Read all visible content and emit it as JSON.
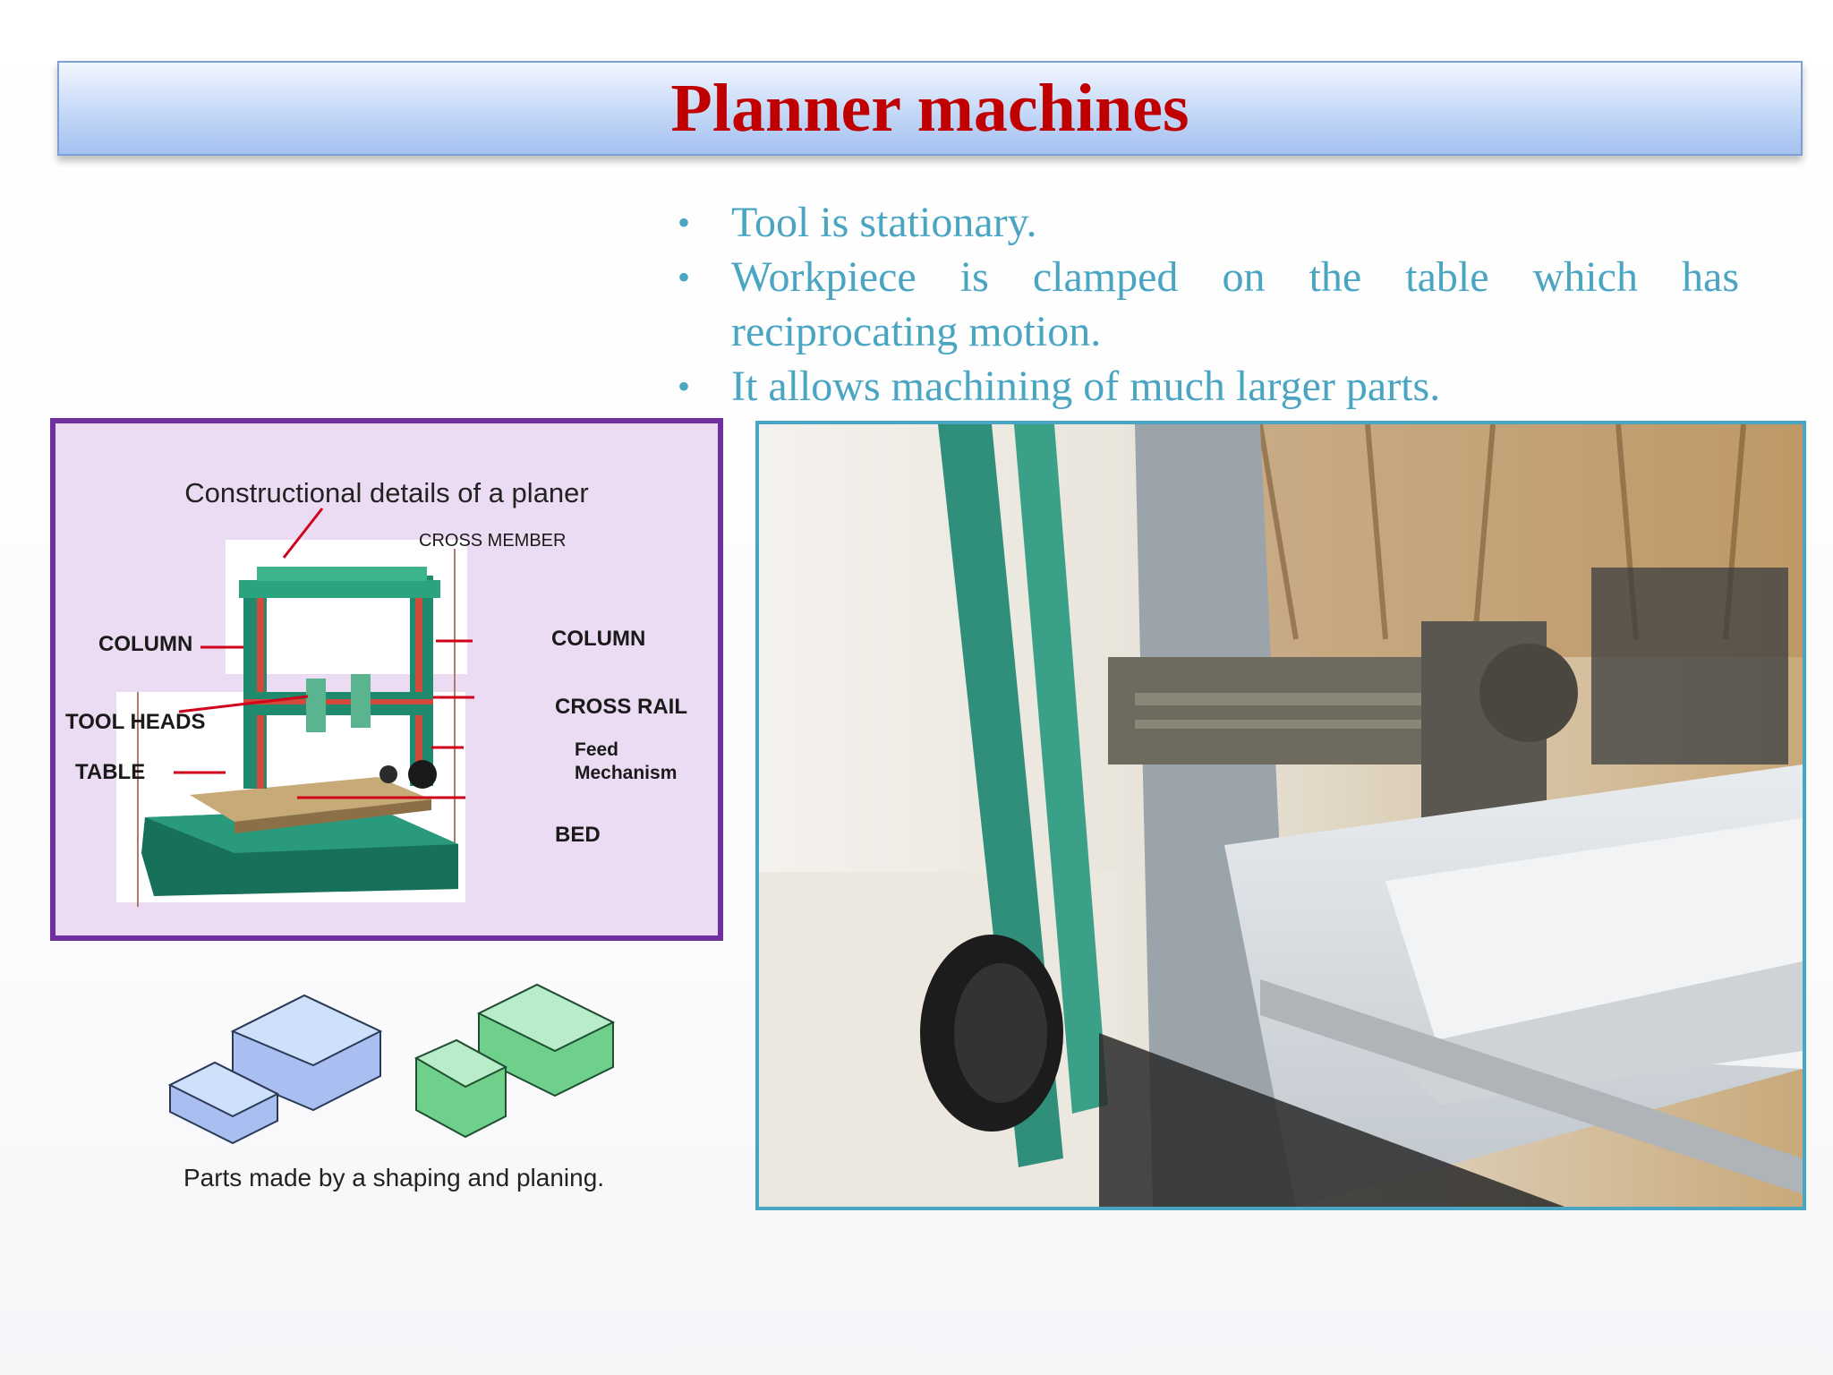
{
  "slide": {
    "title": "Planner machines"
  },
  "bullets": [
    {
      "marker": "•",
      "text": "Tool is stationary."
    },
    {
      "marker": "•",
      "text": "Workpiece is clamped on the table which has reciprocating motion."
    },
    {
      "marker": "•",
      "text": "It allows machining of much larger parts."
    }
  ],
  "diagram": {
    "title": "Constructional details of a planer",
    "labels": {
      "cross_member": "CROSS MEMBER",
      "column_left": "COLUMN",
      "column_right": "COLUMN",
      "cross_rail": "CROSS RAIL",
      "tool_heads": "TOOL HEADS",
      "feed_line1": "Feed",
      "feed_line2": "Mechanism",
      "table": "TABLE",
      "bed": "BED"
    },
    "colors": {
      "border": "#7030a0",
      "background": "#ecdcf3",
      "pointer": "#d0021b",
      "machine": "#1f8a6e"
    }
  },
  "parts": {
    "caption": "Parts made by a shaping and planing.",
    "colors": {
      "blue_part": "#a9bff2",
      "green_part": "#6fd08c"
    }
  },
  "photo": {
    "subject": "planer machine in operation",
    "frame_color": "#4aa5c3"
  },
  "colors": {
    "title": "#c00000",
    "bullet_text": "#4aa5c3",
    "title_bar": "#c4d8f7"
  }
}
